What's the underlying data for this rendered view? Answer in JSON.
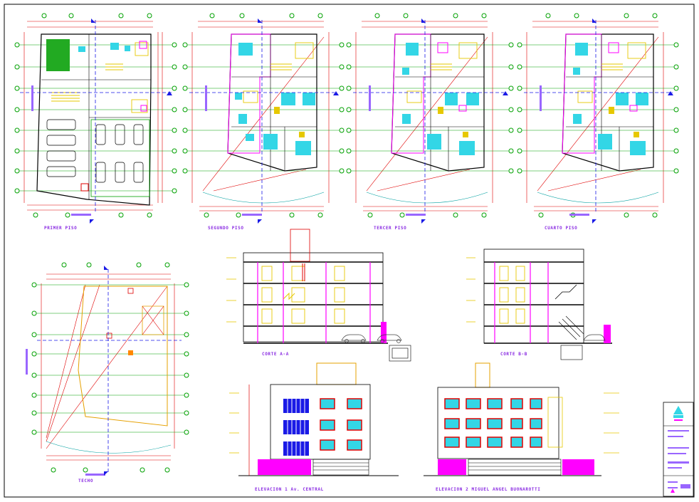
{
  "sheet": {
    "labels": {
      "first_floor": "PRIMER PISO",
      "second_floor": "SEGUNDO PISO",
      "third_floor": "TERCER PISO",
      "fourth_floor": "CUARTO PISO",
      "roof": "TECHO",
      "section_a": "CORTE A-A",
      "section_b": "CORTE B-B",
      "elevation_1": "ELEVACION 1 Av. CENTRAL",
      "elevation_2": "ELEVACION 2 MIGUEL ANGEL BUONAROTTI"
    },
    "colors": {
      "walls": "#000000",
      "dimensions": "#e00000",
      "axes": "#00a000",
      "cut_line": "#1a1ae6",
      "furniture": "#33d6e6",
      "accent": "#ff00ff",
      "stairs": "#e6c800",
      "label": "#8a2be2",
      "garden": "#22aa22"
    },
    "icons": [
      "axis-bubble-icon",
      "section-marker-icon",
      "car-icon",
      "north-arrow-icon",
      "logo-icon"
    ]
  }
}
